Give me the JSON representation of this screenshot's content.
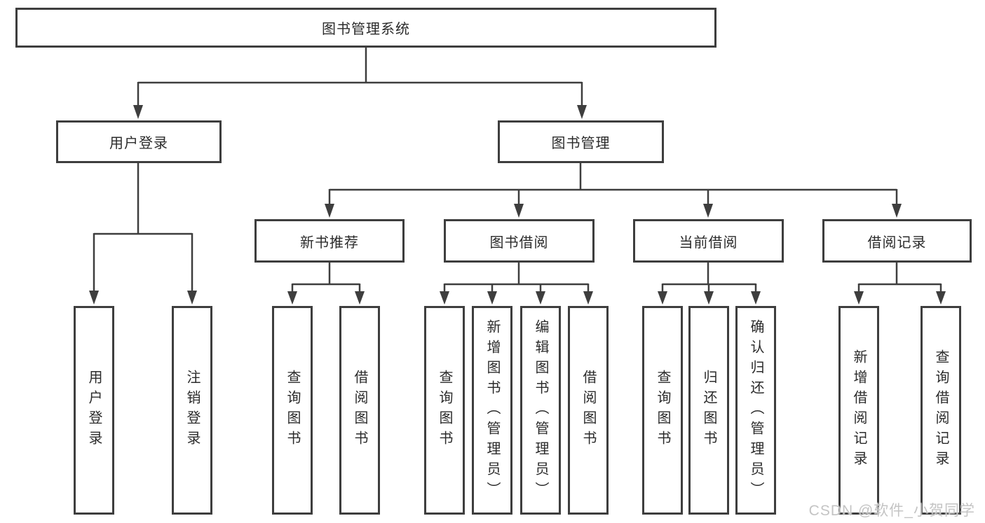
{
  "colors": {
    "line": "#3e3e3e",
    "box_border": "#3e3e3e",
    "text": "#2b2b2b",
    "background": "#ffffff",
    "watermark": "#c4c4c4"
  },
  "watermark": {
    "text": "CSDN @软件_小贺同学"
  },
  "tree": {
    "root": {
      "label": "图书管理系统",
      "children": [
        {
          "label": "用户登录",
          "children": [
            {
              "label": "用户登录"
            },
            {
              "label": "注销登录"
            }
          ]
        },
        {
          "label": "图书管理",
          "children": [
            {
              "label": "新书推荐",
              "children": [
                {
                  "label": "查询图书"
                },
                {
                  "label": "借阅图书"
                }
              ]
            },
            {
              "label": "图书借阅",
              "children": [
                {
                  "label": "查询图书"
                },
                {
                  "label": "新增图书（管理员）"
                },
                {
                  "label": "编辑图书（管理员）"
                },
                {
                  "label": "借阅图书"
                }
              ]
            },
            {
              "label": "当前借阅",
              "children": [
                {
                  "label": "查询图书"
                },
                {
                  "label": "归还图书"
                },
                {
                  "label": "确认归还（管理员）"
                }
              ]
            },
            {
              "label": "借阅记录",
              "children": [
                {
                  "label": "新增借阅记录"
                },
                {
                  "label": "查询借阅记录"
                }
              ]
            }
          ]
        }
      ]
    }
  }
}
